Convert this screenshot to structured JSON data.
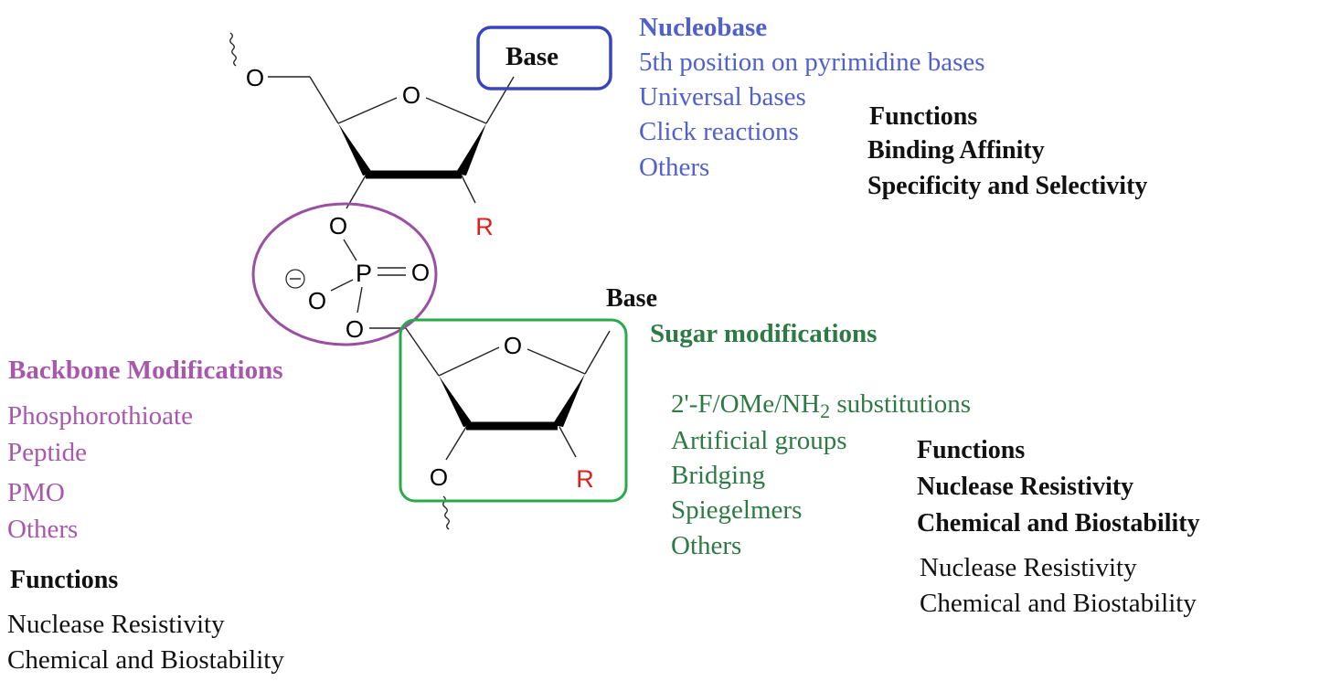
{
  "structure": {
    "top_base_label": "Base",
    "bottom_base_label": "Base",
    "ring_oxygen": "O",
    "substituent": "R",
    "phosphorus": "P",
    "oxygen": "O",
    "charge": "−",
    "colors": {
      "nucleobase_box": "#3a44c0",
      "backbone_ellipse": "#9a4fa3",
      "sugar_box": "#2aaa4a",
      "substituent": "#e21b1b"
    }
  },
  "nucleobase": {
    "title": "Nucleobase",
    "items": [
      "5th position on pyrimidine bases",
      "Universal bases",
      "Click reactions",
      "Others"
    ],
    "color": "#5060cc",
    "functions_title": "Functions",
    "functions": [
      "Binding Affinity",
      "Specificity and Selectivity"
    ]
  },
  "sugar": {
    "title": "Sugar modifications",
    "items": [
      {
        "main": "2'-F/OMe/NH",
        "sub": "2",
        "tail": " substitutions"
      },
      "Artificial groups",
      "Bridging",
      "Spiegelmers",
      "Others"
    ],
    "color": "#2e7a44",
    "functions_title": "Functions",
    "functions_bold": [
      "Nuclease Resistivity",
      "Chemical and Biostability"
    ],
    "functions_regular": [
      "Nuclease Resistivity",
      "Chemical and Biostability"
    ]
  },
  "backbone": {
    "title": "Backbone Modifications",
    "items": [
      "Phosphorothioate",
      "Peptide",
      "PMO",
      "Others"
    ],
    "color": "#a857ad",
    "functions_title": "Functions",
    "functions": [
      "Nuclease Resistivity",
      "Chemical and Biostability"
    ]
  }
}
